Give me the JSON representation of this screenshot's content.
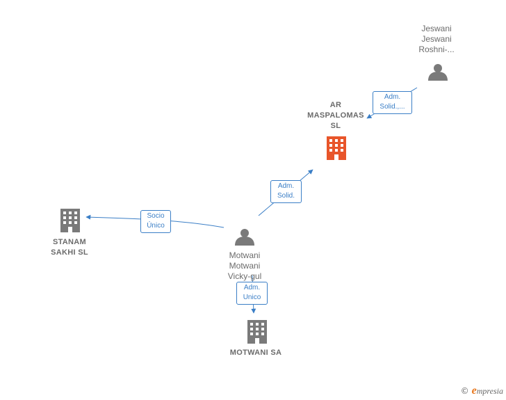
{
  "nodes": {
    "jeswani": {
      "label": "Jeswani\nJeswani\nRoshni-..."
    },
    "ar_maspalomas": {
      "label": "AR\nMASPALOMAS\nSL",
      "color": "#e8552a"
    },
    "stanam": {
      "label": "STANAM\nSAKHI SL"
    },
    "motwani_person": {
      "label": "Motwani\nMotwani\nVicky-gul"
    },
    "motwani_sa": {
      "label": "MOTWANI SA"
    }
  },
  "edges": {
    "jeswani_to_ar": {
      "label": "Adm.\nSolid.,..."
    },
    "motwani_to_ar": {
      "label": "Adm.\nSolid."
    },
    "motwani_to_stanam": {
      "label": "Socio\nÚnico"
    },
    "motwani_to_sa": {
      "label": "Adm.\nUnico"
    }
  },
  "colors": {
    "edge": "#3a7ec6",
    "node_gray": "#7a7a7a",
    "highlight": "#e8552a"
  },
  "footer": {
    "copyright": "©",
    "brand_initial": "e",
    "brand_rest": "mpresia"
  }
}
